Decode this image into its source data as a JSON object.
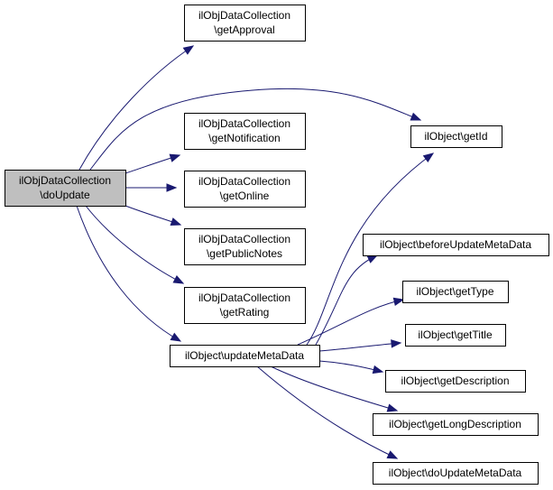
{
  "diagram": {
    "type": "call-graph",
    "nodes": [
      {
        "id": "doUpdate",
        "lines": [
          "ilObjDataCollection",
          "\\doUpdate"
        ],
        "root": true
      },
      {
        "id": "getApproval",
        "lines": [
          "ilObjDataCollection",
          "\\getApproval"
        ]
      },
      {
        "id": "getNotification",
        "lines": [
          "ilObjDataCollection",
          "\\getNotification"
        ]
      },
      {
        "id": "getOnline",
        "lines": [
          "ilObjDataCollection",
          "\\getOnline"
        ]
      },
      {
        "id": "getPublicNotes",
        "lines": [
          "ilObjDataCollection",
          "\\getPublicNotes"
        ]
      },
      {
        "id": "getRating",
        "lines": [
          "ilObjDataCollection",
          "\\getRating"
        ]
      },
      {
        "id": "updateMetaData",
        "lines": [
          "ilObject\\updateMetaData"
        ]
      },
      {
        "id": "getId",
        "lines": [
          "ilObject\\getId"
        ]
      },
      {
        "id": "beforeUpdateMetaData",
        "lines": [
          "ilObject\\beforeUpdateMetaData"
        ]
      },
      {
        "id": "getType",
        "lines": [
          "ilObject\\getType"
        ]
      },
      {
        "id": "getTitle",
        "lines": [
          "ilObject\\getTitle"
        ]
      },
      {
        "id": "getDescription",
        "lines": [
          "ilObject\\getDescription"
        ]
      },
      {
        "id": "getLongDescription",
        "lines": [
          "ilObject\\getLongDescription"
        ]
      },
      {
        "id": "doUpdateMetaData",
        "lines": [
          "ilObject\\doUpdateMetaData"
        ]
      }
    ],
    "edges": [
      {
        "from": "doUpdate",
        "to": "getApproval"
      },
      {
        "from": "doUpdate",
        "to": "getId"
      },
      {
        "from": "doUpdate",
        "to": "getNotification"
      },
      {
        "from": "doUpdate",
        "to": "getOnline"
      },
      {
        "from": "doUpdate",
        "to": "getPublicNotes"
      },
      {
        "from": "doUpdate",
        "to": "getRating"
      },
      {
        "from": "doUpdate",
        "to": "updateMetaData"
      },
      {
        "from": "updateMetaData",
        "to": "getId"
      },
      {
        "from": "updateMetaData",
        "to": "beforeUpdateMetaData"
      },
      {
        "from": "updateMetaData",
        "to": "getType"
      },
      {
        "from": "updateMetaData",
        "to": "getTitle"
      },
      {
        "from": "updateMetaData",
        "to": "getDescription"
      },
      {
        "from": "updateMetaData",
        "to": "getLongDescription"
      },
      {
        "from": "updateMetaData",
        "to": "doUpdateMetaData"
      }
    ]
  }
}
